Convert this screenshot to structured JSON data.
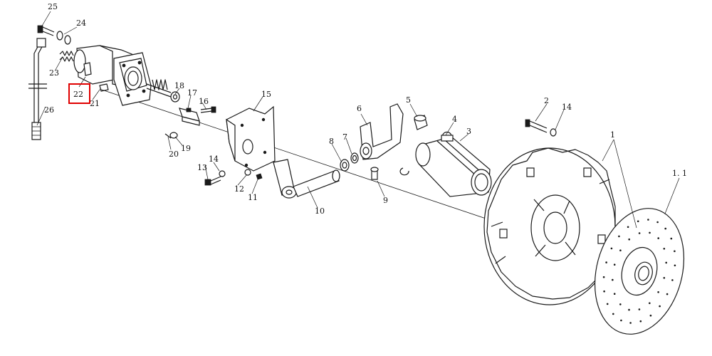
{
  "highlight": {
    "part": "22",
    "color": "#e00000"
  },
  "labels": {
    "p1": "1",
    "p1_1": "1. 1",
    "p2": "2",
    "p3": "3",
    "p4": "4",
    "p5": "5",
    "p6": "6",
    "p7": "7",
    "p8": "8",
    "p9": "9",
    "p10": "10",
    "p11": "11",
    "p12": "12",
    "p13": "13",
    "p14a": "14",
    "p14b": "14",
    "p15": "15",
    "p16": "16",
    "p17": "17",
    "p18": "18",
    "p19": "19",
    "p20": "20",
    "p21": "21",
    "p22": "22",
    "p23": "23",
    "p24": "24",
    "p25": "25",
    "p26": "26"
  }
}
